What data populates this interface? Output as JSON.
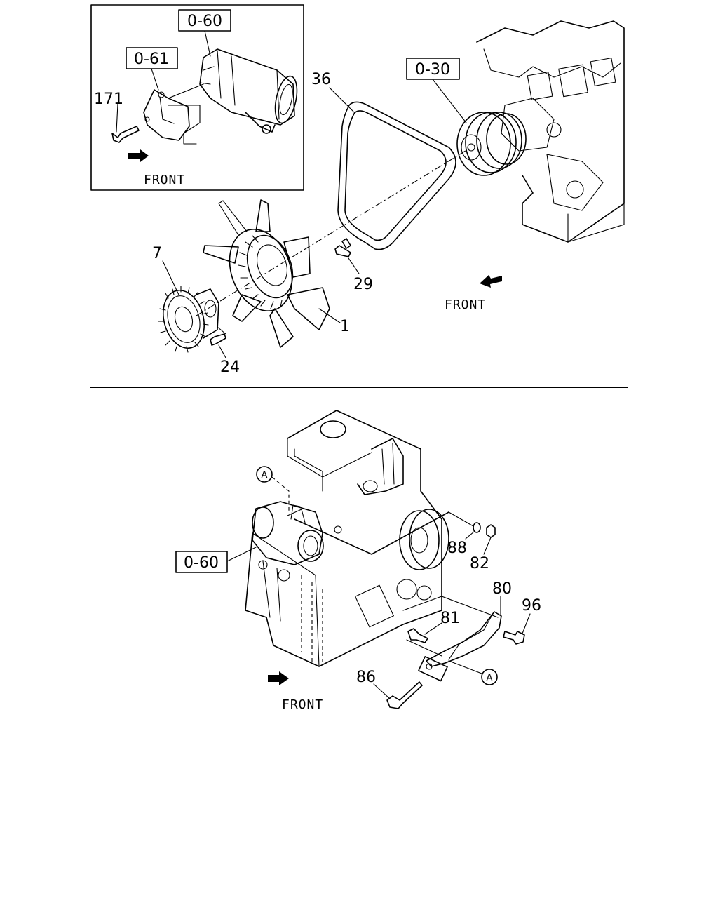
{
  "upper": {
    "inset": {
      "ref_starter": "0-60",
      "ref_bracket": "0-61",
      "part_bolt": "171",
      "front_label": "FRONT"
    },
    "ref_pulley": "0-30",
    "part_belt": "36",
    "part_clutch": "7",
    "part_fan": "1",
    "part_fan_bolt": "29",
    "part_clutch_bolt": "24",
    "front_label": "FRONT"
  },
  "lower": {
    "ref_starter": "0-60",
    "callout_a": "A",
    "callout_b": "A",
    "part_washer": "88",
    "part_nut": "82",
    "part_bracket": "80",
    "part_bolt_96": "96",
    "part_bolt_81": "81",
    "part_bolt_86": "86",
    "front_label": "FRONT"
  }
}
